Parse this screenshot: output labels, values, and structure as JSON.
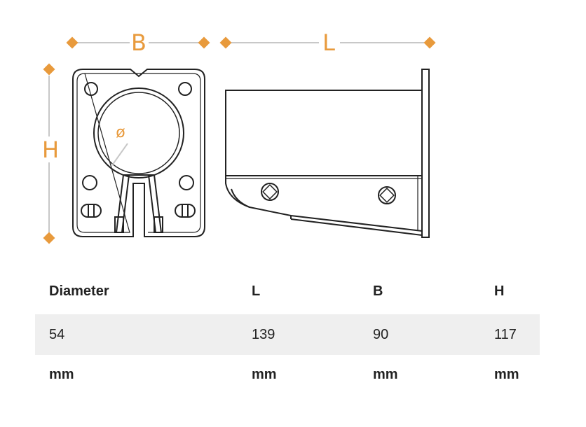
{
  "colors": {
    "accent": "#e89a3c",
    "line": "#222222",
    "dim_line": "#c8c8c8",
    "row_bg": "#efefef"
  },
  "dimension_labels": {
    "width": "B",
    "length": "L",
    "height": "H",
    "diameter": "ø"
  },
  "table": {
    "headers": [
      "Diameter",
      "L",
      "B",
      "H"
    ],
    "values": [
      "54",
      "139",
      "90",
      "117"
    ],
    "units": [
      "mm",
      "mm",
      "mm",
      "mm"
    ]
  }
}
